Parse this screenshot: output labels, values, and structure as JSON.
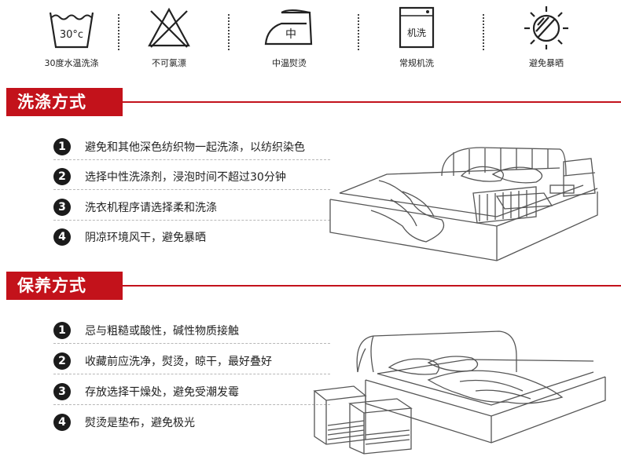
{
  "care_icons": [
    {
      "name": "wash-30-icon",
      "label": "30度水温洗涤",
      "symbol": "30°c"
    },
    {
      "name": "no-bleach-icon",
      "label": "不可氯漂"
    },
    {
      "name": "iron-medium-icon",
      "label": "中温熨烫",
      "symbol": "中"
    },
    {
      "name": "machine-wash-icon",
      "label": "常规机洗",
      "symbol": "机洗"
    },
    {
      "name": "no-sun-icon",
      "label": "避免暴晒"
    }
  ],
  "washing": {
    "title": "洗涤方式",
    "items": [
      {
        "num": "1",
        "text": "避免和其他深色纺织物一起洗涤，以纺织染色"
      },
      {
        "num": "2",
        "text": "选择中性洗涤剂，浸泡时间不超过30分钟"
      },
      {
        "num": "3",
        "text": "洗衣机程序请选择柔和洗涤"
      },
      {
        "num": "4",
        "text": "阴凉环境风干，避免暴晒"
      }
    ]
  },
  "maintenance": {
    "title": "保养方式",
    "items": [
      {
        "num": "1",
        "text": "忌与粗糙或酸性，碱性物质接触"
      },
      {
        "num": "2",
        "text": "收藏前应洗净，熨烫，晾干，最好叠好"
      },
      {
        "num": "3",
        "text": "存放选择干燥处，避免受潮发霉"
      },
      {
        "num": "4",
        "text": "熨烫是垫布，避免极光"
      }
    ]
  },
  "colors": {
    "accent": "#c3121b",
    "text": "#222222",
    "badge": "#1b1b1b"
  }
}
